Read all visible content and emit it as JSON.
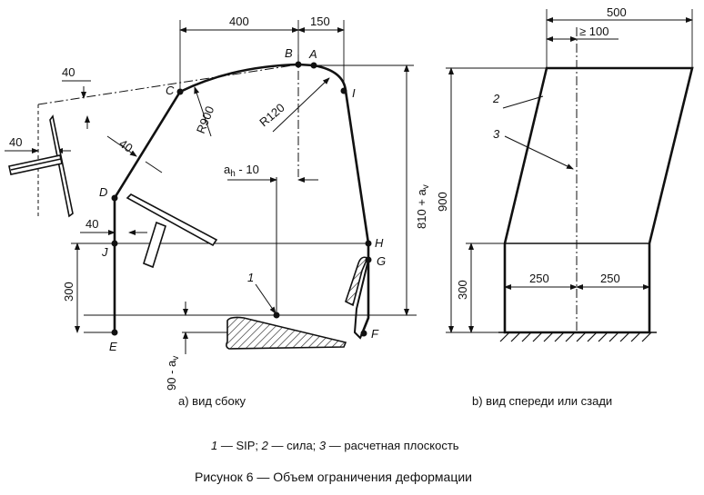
{
  "figure": {
    "title": "Рисунок 6 — Объем ограничения деформации",
    "caption_side": "a) вид сбоку",
    "caption_front": "b) вид спереди или сзади",
    "legend": {
      "n1": "1",
      "t1": " — SIP; ",
      "n2": "2",
      "t2": " — сила; ",
      "n3": "3",
      "t3": " — расчетная плоскость"
    }
  },
  "side_view": {
    "points": {
      "A": "A",
      "B": "B",
      "C": "C",
      "D": "D",
      "E": "E",
      "F": "F",
      "G": "G",
      "H": "H",
      "I": "I",
      "J": "J"
    },
    "dims": {
      "d400": "400",
      "d150": "150",
      "d40_top": "40",
      "d40_left": "40",
      "d40_diag": "40",
      "d40_mid": "40",
      "r900": "R900",
      "r120": "R120",
      "ah": "a",
      "ah_sub": "h",
      "ah_rest": " - 10",
      "h810": "810 + a",
      "h810_sub": "v",
      "h300": "300",
      "h90": "90 - a",
      "h90_sub": "v",
      "label1": "1"
    }
  },
  "front_view": {
    "dims": {
      "w500": "500",
      "ge100": "≥ 100",
      "h900": "900",
      "h300": "300",
      "w250a": "250",
      "w250b": "250",
      "label2": "2",
      "label3": "3"
    }
  },
  "colors": {
    "ink": "#111111",
    "background": "#ffffff"
  }
}
